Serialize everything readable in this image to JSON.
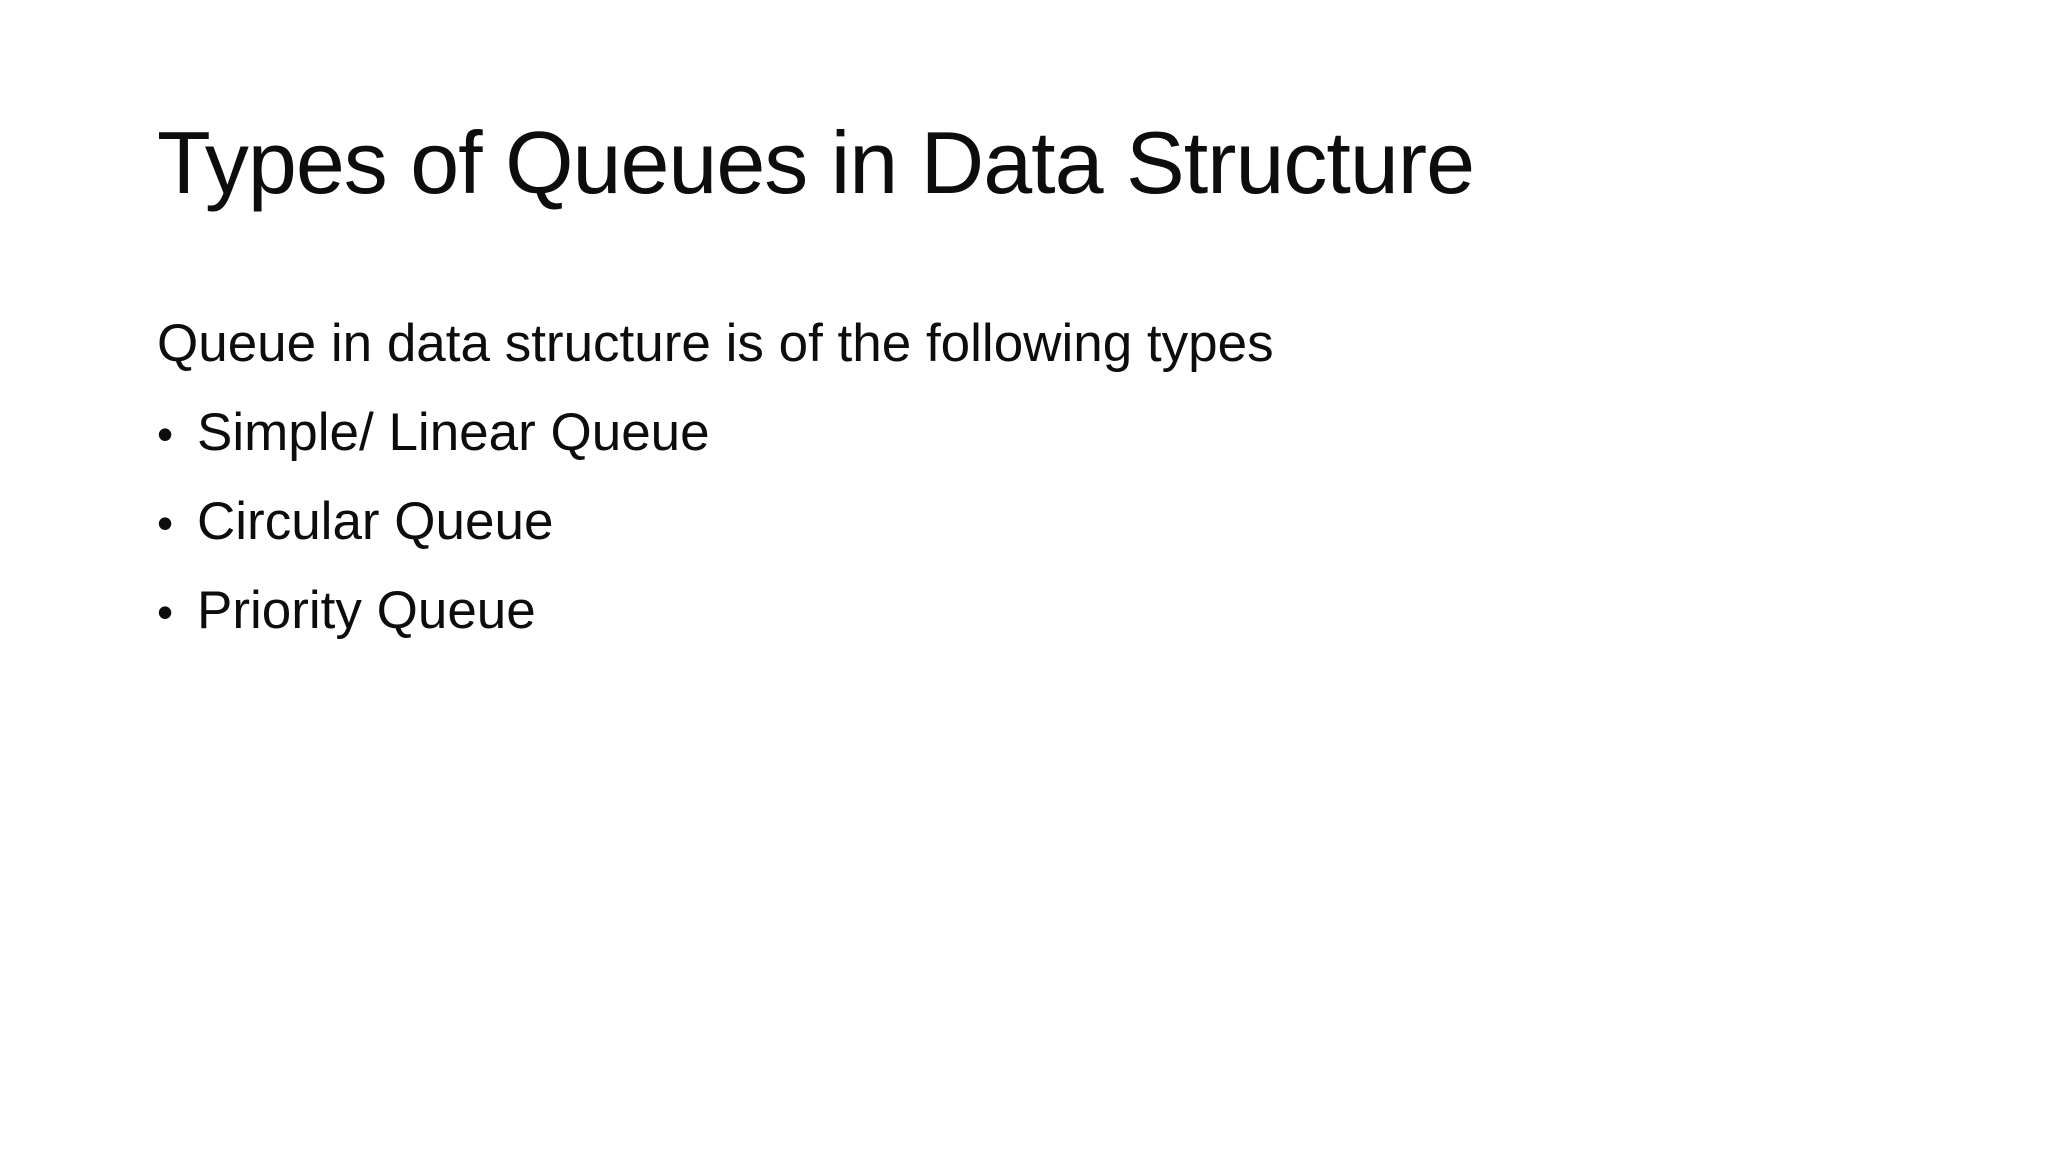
{
  "slide": {
    "title": "Types of Queues in Data Structure",
    "intro": "Queue in data structure is of the following types",
    "bullet_glyph": "•",
    "bullets": [
      "Simple/ Linear Queue",
      "Circular Queue",
      "Priority Queue"
    ],
    "colors": {
      "background": "#ffffff",
      "text": "#0d0d0d"
    }
  }
}
